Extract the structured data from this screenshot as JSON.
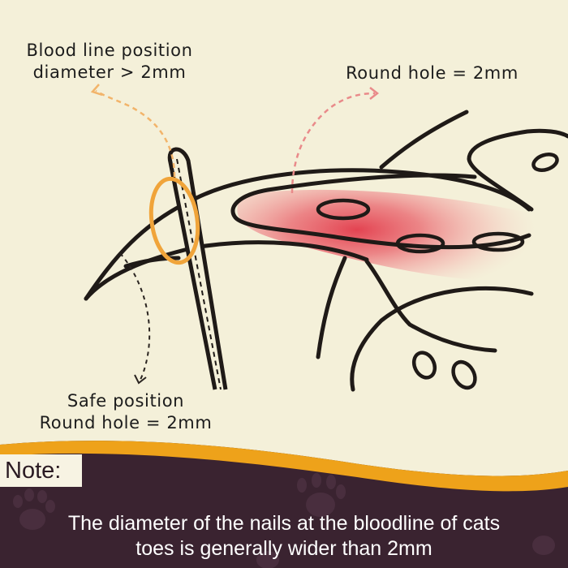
{
  "labels": {
    "blood_line_line1": "Blood line position",
    "blood_line_line2": "diameter > 2mm",
    "round_hole": "Round hole = 2mm",
    "safe_line1": "Safe position",
    "safe_line2": "Round hole = 2mm"
  },
  "note": {
    "title": "Note:",
    "line1": "The diameter of the nails at the bloodline of cats",
    "line2": "toes is generally wider than 2mm"
  },
  "colors": {
    "background": "#f4f0d9",
    "outline": "#1f1a17",
    "ring": "#f0a43a",
    "blood_arrow": "#f2b46a",
    "hole_arrow": "#e98a8a",
    "quick": "#e23a4a",
    "footer": "#3a2330",
    "footer_stripe": "#eea21a"
  },
  "icons": [
    "paw-print-icon"
  ]
}
